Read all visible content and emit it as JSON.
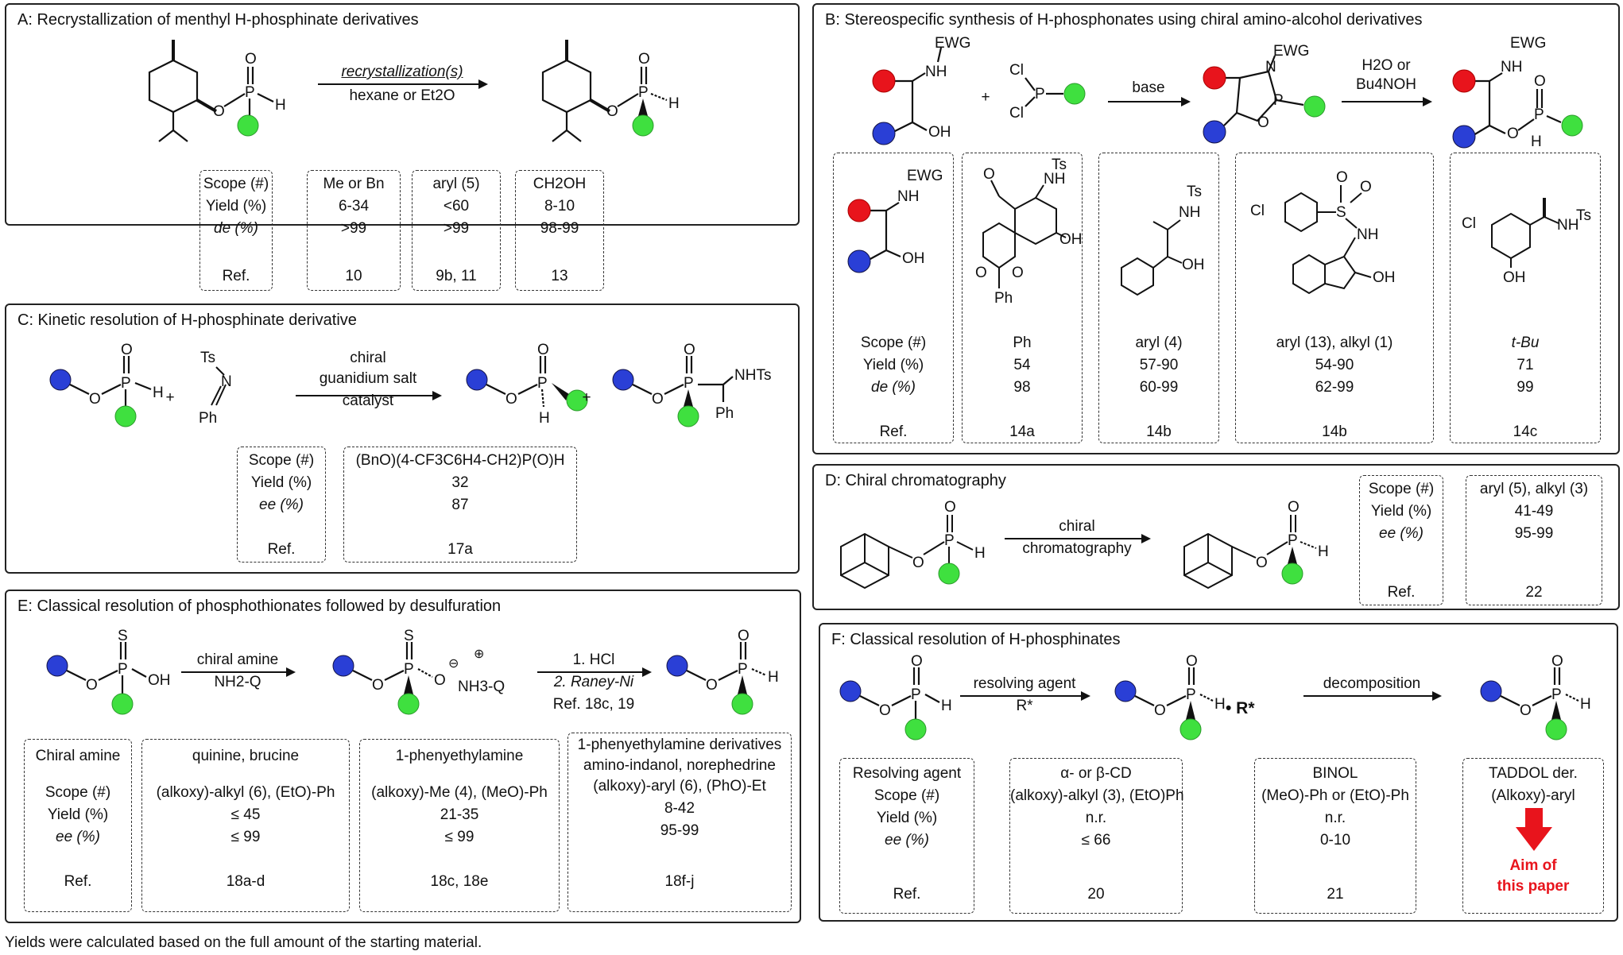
{
  "colors": {
    "red": "#e8141c",
    "blue": "#2a3fd6",
    "green": "#3fe03f"
  },
  "panelA": {
    "title": "A: Recrystallization of menthyl H-phosphinate derivatives",
    "arrow_top": "recrystallization(s)",
    "arrow_bottom": "hexane or Et2O",
    "labels": [
      "Scope (#)",
      "Yield (%)",
      "de (%)",
      "Ref."
    ],
    "cols": [
      {
        "scope": "Me or Bn",
        "yield": "6-34",
        "de": ">99",
        "ref": "10"
      },
      {
        "scope": "aryl (5)",
        "yield": "<60",
        "de": ">99",
        "ref": "9b, 11"
      },
      {
        "scope": "CH2OH",
        "yield": "8-10",
        "de": "98-99",
        "ref": "13"
      }
    ]
  },
  "panelB": {
    "title": "B: Stereospecific synthesis of H-phosphonates using chiral amino-alcohol derivatives",
    "arrow1": "base",
    "arrow2_top": "H2O or",
    "arrow2_bottom": "Bu4NOH",
    "labels": [
      "Scope (#)",
      "Yield (%)",
      "de (%)",
      "Ref."
    ],
    "cols": [
      {
        "scope": "Ph",
        "yield": "54",
        "de": "98",
        "ref": "14a"
      },
      {
        "scope": "aryl (4)",
        "yield": "57-90",
        "de": "60-99",
        "ref": "14b"
      },
      {
        "scope": "aryl (13), alkyl (1)",
        "yield": "54-90",
        "de": "62-99",
        "ref": "14b"
      },
      {
        "scope": "t-Bu",
        "yield": "71",
        "de": "99",
        "ref": "14c"
      }
    ]
  },
  "panelC": {
    "title": "C: Kinetic resolution of H-phosphinate derivative",
    "arrow_lines": [
      "chiral",
      "guanidium salt",
      "catalyst"
    ],
    "labels": [
      "Scope (#)",
      "Yield (%)",
      "ee (%)",
      "Ref."
    ],
    "col": {
      "scope": "(BnO)(4-CF3C6H4-CH2)P(O)H",
      "yield": "32",
      "ee": "87",
      "ref": "17a"
    }
  },
  "panelD": {
    "title": "D: Chiral chromatography",
    "arrow_top": "chiral",
    "arrow_bottom": "chromatography",
    "labels": [
      "Scope (#)",
      "Yield (%)",
      "ee (%)",
      "Ref."
    ],
    "col": {
      "scope": "aryl (5), alkyl (3)",
      "yield": "41-49",
      "ee": "95-99",
      "ref": "22"
    }
  },
  "panelE": {
    "title": "E: Classical resolution of phosphothionates followed by desulfuration",
    "arrow1_top": "chiral amine",
    "arrow1_bottom": "NH2-Q",
    "arrow2_top": "1. HCl",
    "arrow2_bottom": "2. Raney-Ni",
    "arrow2_ref": "Ref. 18c, 19",
    "counterion": "NH3-Q",
    "labels": [
      "Chiral amine",
      "Scope (#)",
      "Yield (%)",
      "ee (%)",
      "Ref."
    ],
    "cols": [
      {
        "amine": "quinine, brucine",
        "amine2": "",
        "scope": "(alkoxy)-alkyl (6), (EtO)-Ph",
        "yield": "≤ 45",
        "ee": "≤ 99",
        "ref": "18a-d"
      },
      {
        "amine": "1-phenyethylamine",
        "amine2": "",
        "scope": "(alkoxy)-Me (4), (MeO)-Ph",
        "yield": "21-35",
        "ee": "≤ 99",
        "ref": "18c, 18e"
      },
      {
        "amine": "1-phenyethylamine derivatives",
        "amine2": "amino-indanol, norephedrine",
        "scope": "(alkoxy)-aryl (6), (PhO)-Et",
        "yield": "8-42",
        "ee": "95-99",
        "ref": "18f-j"
      }
    ]
  },
  "panelF": {
    "title": "F: Classical resolution of H-phosphinates",
    "arrow1_top": "resolving agent",
    "arrow1_bottom": "R*",
    "arrow2_top": "decomposition",
    "salt": "• R*",
    "labels": [
      "Resolving agent",
      "Scope (#)",
      "Yield (%)",
      "ee (%)",
      "Ref."
    ],
    "cols": [
      {
        "agent": "α- or β-CD",
        "scope": "(alkoxy)-alkyl (3), (EtO)Ph",
        "yield": "n.r.",
        "ee": "≤ 66",
        "ref": "20"
      },
      {
        "agent": "BINOL",
        "scope": "(MeO)-Ph or (EtO)-Ph",
        "yield": "n.r.",
        "ee": "0-10",
        "ref": "21"
      },
      {
        "agent": "TADDOL der.",
        "scope": "(Alkoxy)-aryl",
        "aim1": "Aim of",
        "aim2": "this paper"
      }
    ]
  },
  "footnote": "Yields were calculated based on the full amount of the starting material."
}
